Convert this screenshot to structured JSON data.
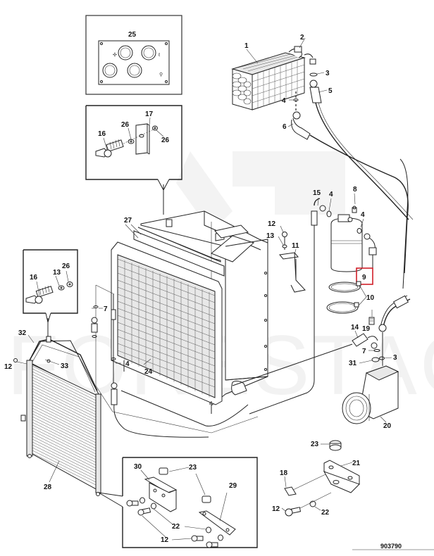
{
  "diagram": {
    "figure_number": "903790",
    "watermark": "FORESTAGRI",
    "highlight_color": "#d0202a",
    "highlighted_part": "9",
    "insets": [
      {
        "id": "inset-control-panel",
        "parts": [
          "25"
        ]
      },
      {
        "id": "inset-wing-bolt-upper",
        "parts": [
          "16",
          "26",
          "17",
          "26"
        ]
      },
      {
        "id": "inset-wing-bolt-left",
        "parts": [
          "16",
          "13",
          "26"
        ]
      },
      {
        "id": "inset-brackets-lower-left",
        "parts": [
          "30",
          "23",
          "29",
          "22",
          "12"
        ]
      },
      {
        "id": "inset-bracket-lower-right",
        "parts": [
          "23",
          "21",
          "18",
          "12",
          "22"
        ]
      }
    ],
    "labels": {
      "p1": "1",
      "p2": "2",
      "p3a": "3",
      "p4a": "4",
      "p5": "5",
      "p6": "6",
      "p25": "25",
      "p17": "17",
      "p16a": "16",
      "p26a": "26",
      "p26b": "26",
      "p15": "15",
      "p4b": "4",
      "p8": "8",
      "p4c": "4",
      "p9": "9",
      "p12a": "12",
      "p13a": "13",
      "p11": "11",
      "p27": "27",
      "p7a": "7",
      "p4d": "4",
      "p24": "24",
      "p10": "10",
      "p19": "19",
      "p14": "14",
      "p7b": "7",
      "p3b": "3",
      "p31": "31",
      "p20": "20",
      "p16b": "16",
      "p13b": "13",
      "p26c": "26",
      "p32": "32",
      "p12b": "12",
      "p33": "33",
      "p28": "28",
      "p30": "30",
      "p23a": "23",
      "p29": "29",
      "p22a": "22",
      "p12c": "12",
      "p23b": "23",
      "p21": "21",
      "p18": "18",
      "p12d": "12",
      "p22b": "22"
    }
  }
}
